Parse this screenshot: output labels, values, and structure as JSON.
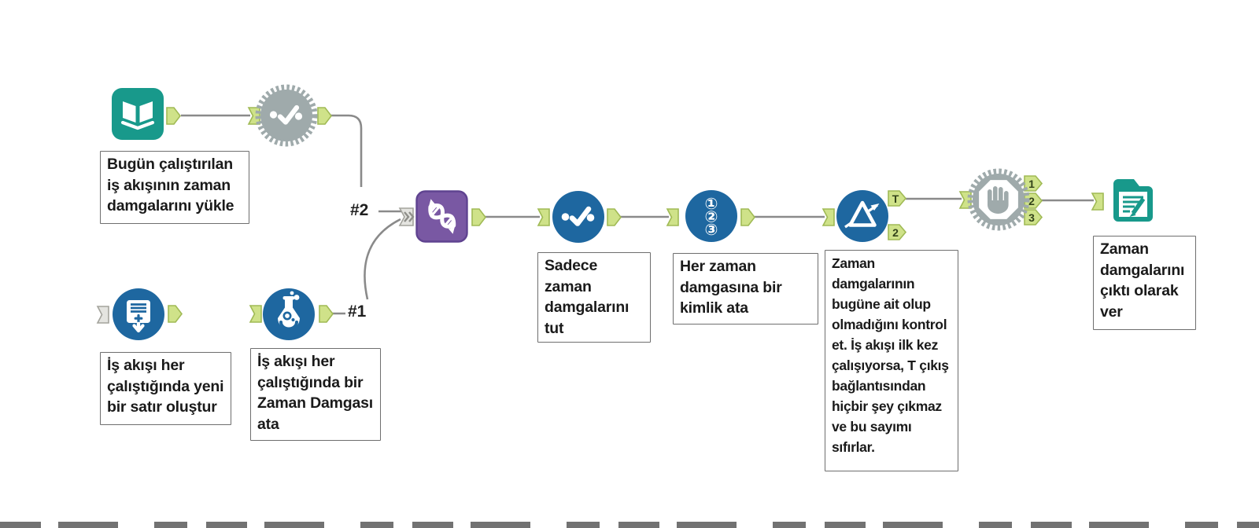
{
  "app": "workflow-canvas",
  "annotations": {
    "input": "Bugün çalıştırılan iş akışının zaman damgalarını yükle",
    "generate": "İş akışı her çalıştığında yeni bir satır oluştur",
    "formula": "İş akışı her çalıştığında bir Zaman Damgası ata",
    "select": "Sadece zaman damgalarını tut",
    "recordid": "Her zaman damgasına bir kimlik ata",
    "check": "Zaman damgalarının bugüne ait olup olmadığını kontrol et. İş akışı ilk kez çalışıyorsa, T çıkış bağlantısından hiçbir şey çıkmaz ve bu sayımı sıfırlar.",
    "output": "Zaman damgalarını çıktı olarak ver"
  },
  "connection_labels": {
    "top": "#2",
    "bottom": "#1"
  },
  "anchor_labels": {
    "check_true": "T",
    "check_false": "2",
    "block_out_1": "1",
    "block_out_2": "2",
    "block_out_3": "3"
  },
  "record_id_glyphs": {
    "one": "①",
    "two": "②",
    "three": "③"
  },
  "colors": {
    "teal": "#18998b",
    "blue": "#1e67a0",
    "purple": "#7958a3",
    "tool_gray": "#9faaab",
    "anchor_green_fill": "#cfe289",
    "anchor_green_border": "#a0ba55",
    "anchor_gray_fill": "#e4e4e0",
    "connector_gray": "#8a8a8a"
  }
}
